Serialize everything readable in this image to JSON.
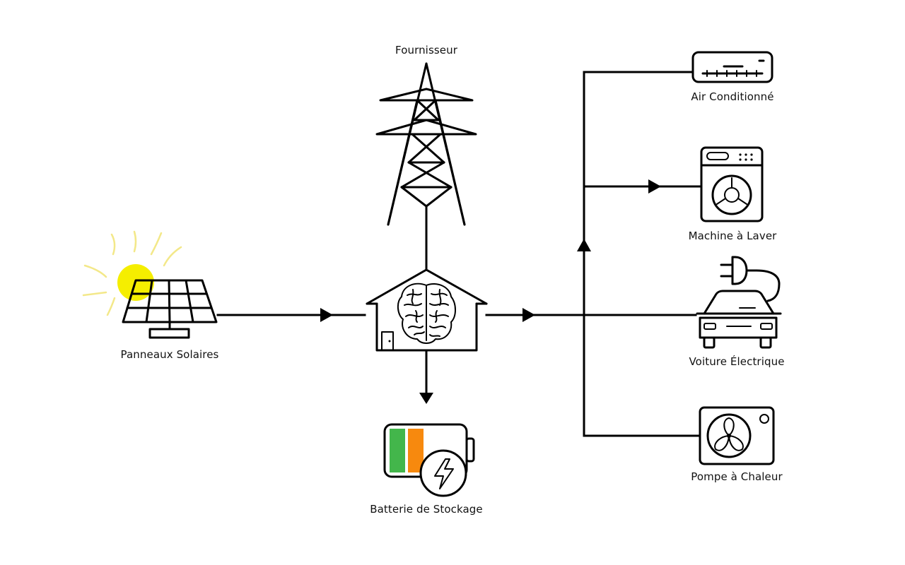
{
  "labels": {
    "fournisseur": "Fournisseur",
    "panneaux": "Panneaux Solaires",
    "batterie": "Batterie de Stockage",
    "air": "Air Conditionné",
    "machine": "Machine à Laver",
    "voiture": "Voiture Électrique",
    "pompe": "Pompe à Chaleur"
  },
  "icons": {
    "solar": "solar-panel-icon",
    "sun": "sun-icon",
    "pylon": "power-pylon-icon",
    "house": "smart-house-icon",
    "brain": "brain-icon",
    "battery": "battery-icon",
    "bolt": "lightning-bolt-icon",
    "ac": "air-conditioner-icon",
    "washer": "washing-machine-icon",
    "car": "electric-car-icon",
    "plug": "plug-icon",
    "heatpump": "heat-pump-icon"
  },
  "colors": {
    "sun": "#f5ee00",
    "sun_rays": "#f3e889",
    "battery_green": "#43b64b",
    "battery_orange": "#f7890e",
    "line": "#000000"
  },
  "battery": {
    "cells_charged": 2
  }
}
